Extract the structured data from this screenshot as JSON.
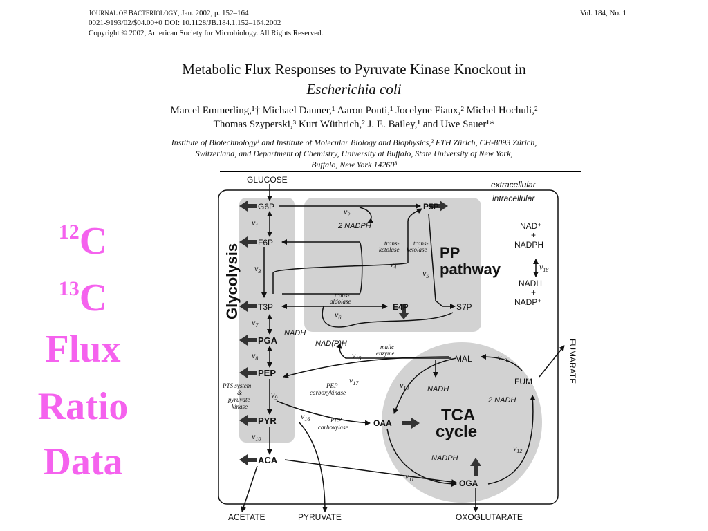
{
  "header": {
    "journal_a": "J",
    "journal_b": "OURNAL OF ",
    "journal_c": "B",
    "journal_d": "ACTERIOLOGY",
    "journal_e": ", Jan. 2002, p. 152–164",
    "issn": "0021-9193/02/$04.00+0    DOI: 10.1128/JB.184.1.152–164.2002",
    "copyright": "Copyright © 2002, American Society for Microbiology. All Rights Reserved.",
    "volume": "Vol. 184, No. 1"
  },
  "title": {
    "line1": "Metabolic Flux Responses to Pyruvate Kinase Knockout in",
    "line2": "Escherichia coli"
  },
  "authors": {
    "line1": "Marcel Emmerling,¹† Michael Dauner,¹ Aaron Ponti,¹ Jocelyne Fiaux,² Michel Hochuli,²",
    "line2": "Thomas Szyperski,³ Kurt Wüthrich,² J. E. Bailey,¹ and Uwe Sauer¹*"
  },
  "affiliations": {
    "line1": "Institute of Biotechnology¹ and Institute of Molecular Biology and Biophysics,² ETH Zürich, CH-8093 Zürich,",
    "line2": "Switzerland, and Department of Chemistry, University at Buffalo, State University of New York,",
    "line3": "Buffalo, New York 14260³"
  },
  "side_text": {
    "c12_mass": "12",
    "c12_elem": "C",
    "c13_mass": "13",
    "c13_elem": "C",
    "w1": "Flux",
    "w2": "Ratio",
    "w3": "Data"
  },
  "side_color": "#f562ee",
  "figure": {
    "glucose": "GLUCOSE",
    "extracellular": "extracellular",
    "intracellular": "intracellular",
    "glycolysis": "Glycolysis",
    "pp_line1": "PP",
    "pp_line2": "pathway",
    "tca_line1": "TCA",
    "tca_line2": "cycle",
    "metabolites": {
      "g6p": "G6P",
      "f6p": "F6P",
      "t3p": "T3P",
      "pga": "PGA",
      "pep": "PEP",
      "pyr": "PYR",
      "aca": "ACA",
      "p5p": "P5P",
      "e4p": "E4P",
      "s7p": "S7P",
      "mal": "MAL",
      "fum": "FUM",
      "oaa": "OAA",
      "oga": "OGA"
    },
    "fluxes": {
      "v1": "1",
      "v2": "2",
      "v3": "3",
      "v4": "4",
      "v5": "5",
      "v6": "6",
      "v7": "7",
      "v8": "8",
      "v9": "9",
      "v10": "10",
      "v11": "11",
      "v12": "12",
      "v13": "13",
      "v14": "14",
      "v15": "15",
      "v16": "16",
      "v17": "17",
      "v18": "18"
    },
    "v_symbol": "v",
    "nadph_2": "2 NADPH",
    "transketolase_a": "trans-",
    "transketolase_b": "ketolase",
    "transaldolase_a": "trans-",
    "transaldolase_b": "aldolase",
    "nad_plus": "NAD⁺",
    "plus": "+",
    "nadph": "NADPH",
    "nadh": "NADH",
    "nadp_plus": "NADP⁺",
    "nadh_label": "NADH",
    "nadph_label": "NAD(P)H",
    "malic_a": "malic",
    "malic_b": "enzyme",
    "pts_a": "PTS system",
    "pts_b": "&",
    "pts_c": "pyruvate",
    "pts_d": "kinase",
    "pepck_a": "PEP",
    "pepck_b": "carboxykinase",
    "pepc_a": "PEP",
    "pepc_b": "carboxylase",
    "nadh_tca": "NADH",
    "nadh2_tca": "2 NADH",
    "nadph_tca": "NADPH",
    "fumarate": "FUMARATE",
    "acetate": "ACETATE",
    "pyruvate": "PYRUVATE",
    "oxoglutarate": "OXOGLUTARATE"
  }
}
